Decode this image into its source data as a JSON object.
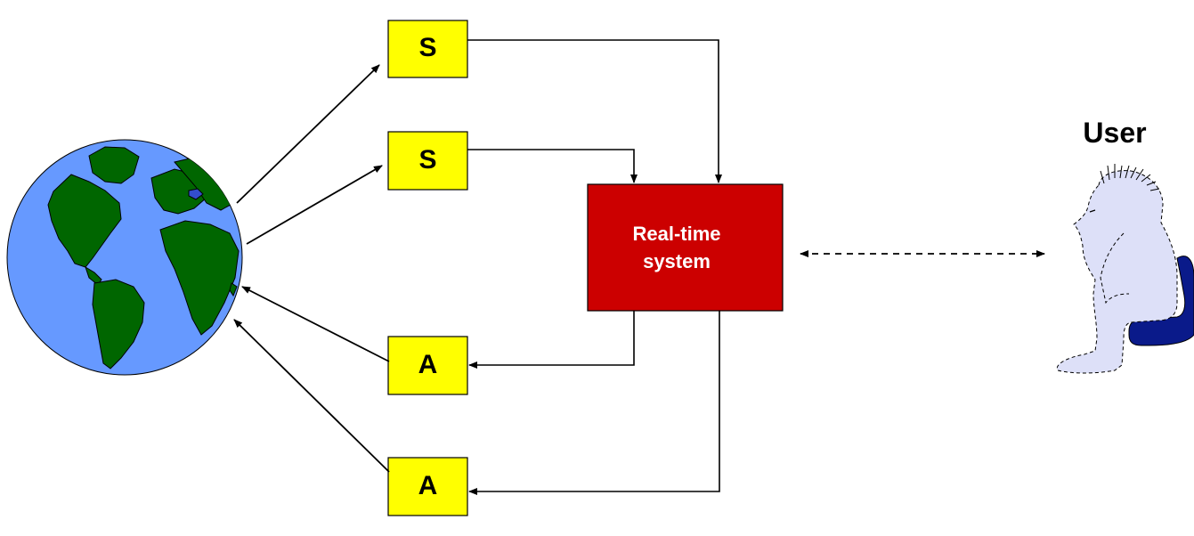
{
  "nodes": {
    "sensor_1": {
      "label": "S"
    },
    "sensor_2": {
      "label": "S"
    },
    "actuator_1": {
      "label": "A"
    },
    "actuator_2": {
      "label": "A"
    },
    "system": {
      "line1": "Real-time",
      "line2": "system"
    },
    "user": {
      "label": "User"
    }
  },
  "colors": {
    "sensor_actuator_fill": "#ffff00",
    "system_fill": "#cc0000",
    "system_text": "#ffffff",
    "ocean": "#6699ff",
    "land": "#006600",
    "user_body": "#dde0f8",
    "chair": "#0a1a8a"
  },
  "icons": {
    "world": "globe-icon",
    "user": "seated-person-icon"
  }
}
